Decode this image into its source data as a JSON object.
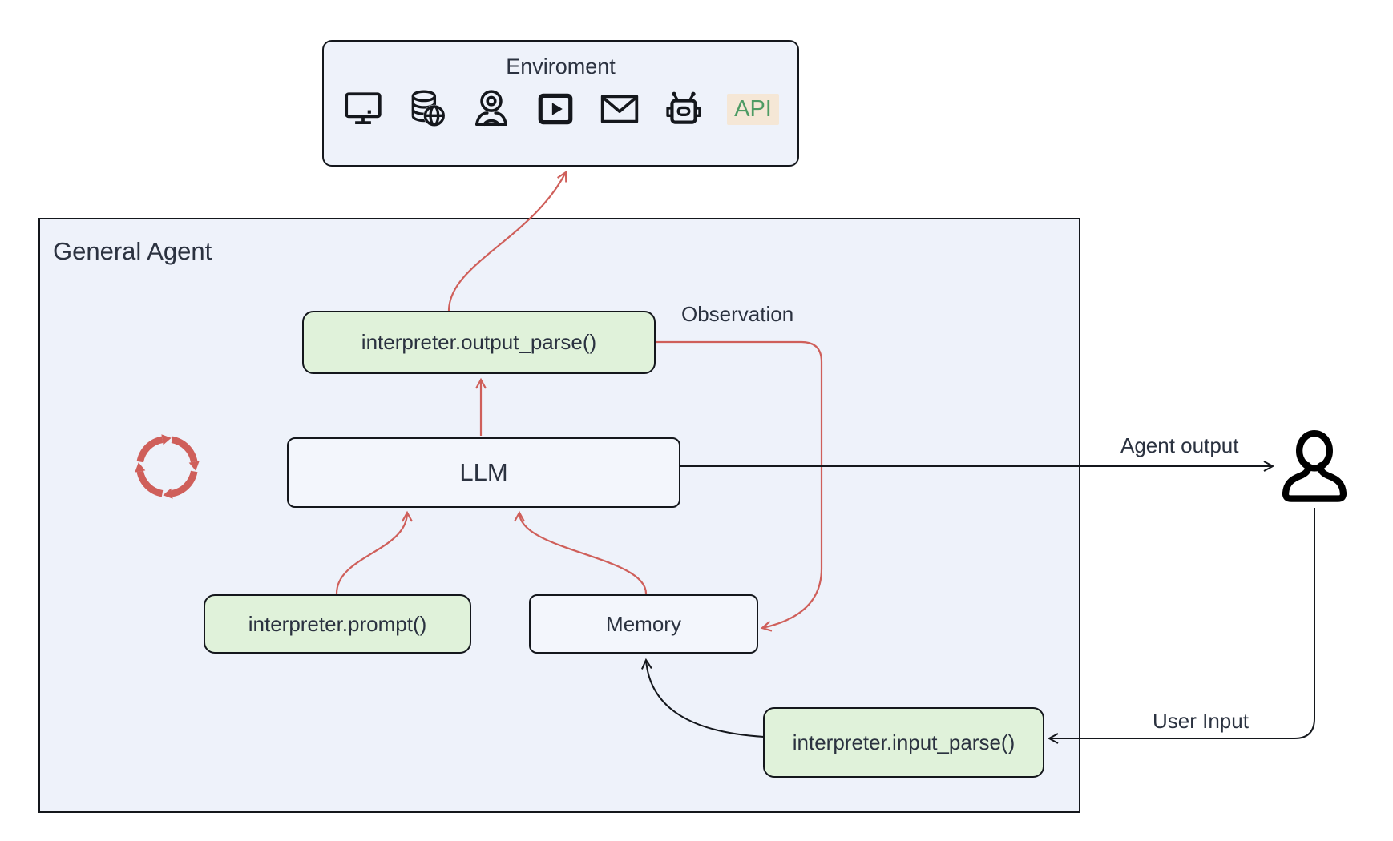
{
  "diagram": {
    "environment": {
      "title": "Enviroment",
      "api_label": "API",
      "icons": [
        "monitor-icon",
        "database-globe-icon",
        "webcam-icon",
        "video-player-icon",
        "email-icon",
        "robot-icon"
      ]
    },
    "agent": {
      "title": "General Agent",
      "nodes": {
        "output_parse": "interpreter.output_parse()",
        "llm": "LLM",
        "prompt": "interpreter.prompt()",
        "memory": "Memory",
        "input_parse": "interpreter.input_parse()"
      }
    },
    "labels": {
      "observation": "Observation",
      "agent_output": "Agent output",
      "user_input": "User Input"
    },
    "colors": {
      "panel_fill": "#eef2fa",
      "node_fill_green": "#e0f2da",
      "node_fill_light": "#f3f6fc",
      "arrow_red": "#cf5f5a",
      "ink": "#14171c",
      "api_text": "#4d9b64",
      "api_bg": "#f5e7d6"
    }
  }
}
